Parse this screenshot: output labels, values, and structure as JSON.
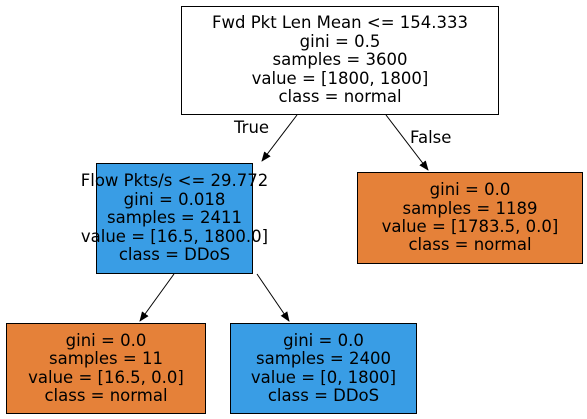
{
  "tree": {
    "root": {
      "lines": [
        "Fwd Pkt Len Mean <= 154.333",
        "gini = 0.5",
        "samples = 3600",
        "value = [1800, 1800]",
        "class = normal"
      ],
      "color": "#ffffff"
    },
    "left": {
      "lines": [
        "Flow Pkts/s <= 29.772",
        "gini = 0.018",
        "samples = 2411",
        "value = [16.5, 1800.0]",
        "class = DDoS"
      ],
      "color": "#399de5"
    },
    "right": {
      "lines": [
        "gini = 0.0",
        "samples = 1189",
        "value = [1783.5, 0.0]",
        "class = normal"
      ],
      "color": "#e58139"
    },
    "left_left": {
      "lines": [
        "gini = 0.0",
        "samples = 11",
        "value = [16.5, 0.0]",
        "class = normal"
      ],
      "color": "#e58139"
    },
    "left_right": {
      "lines": [
        "gini = 0.0",
        "samples = 2400",
        "value = [0, 1800]",
        "class = DDoS"
      ],
      "color": "#399de5"
    },
    "edge_labels": {
      "true_label": "True",
      "false_label": "False"
    }
  }
}
